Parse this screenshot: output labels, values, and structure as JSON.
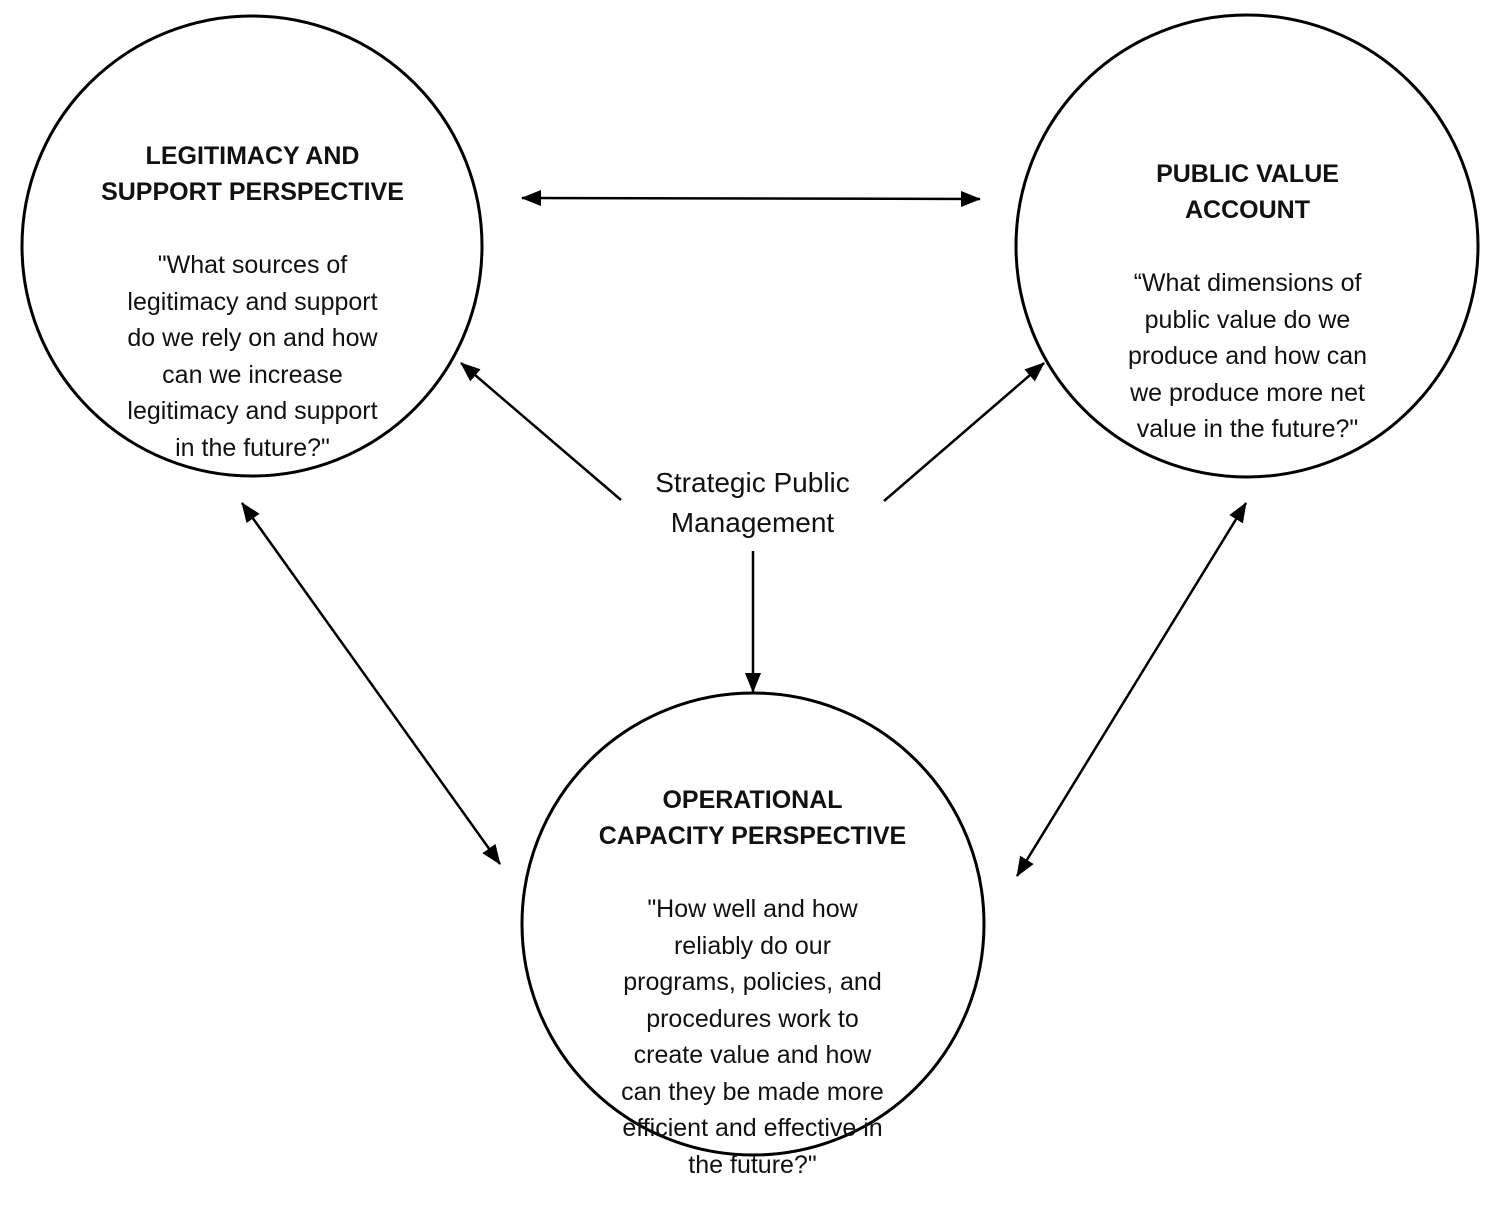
{
  "center_label": "Strategic Public\nManagement",
  "nodes": {
    "legitimacy": {
      "title": "LEGITIMACY AND\nSUPPORT PERSPECTIVE",
      "question": "\"What sources of\nlegitimacy and support\ndo we rely on and how\ncan we increase\nlegitimacy and support\nin the future?\""
    },
    "public_value": {
      "title": "PUBLIC VALUE\nACCOUNT",
      "question": "“What dimensions of\npublic value do we\nproduce and how can\nwe produce more net\nvalue in the future?\""
    },
    "operational": {
      "title": "OPERATIONAL\nCAPACITY PERSPECTIVE",
      "question": "\"How well and how\nreliably do our\nprograms, policies, and\nprocedures work to\ncreate value and how\ncan they be made more\nefficient and effective in\nthe future?\""
    }
  },
  "colors": {
    "stroke": "#000000",
    "background": "#ffffff",
    "text": "#111111"
  }
}
